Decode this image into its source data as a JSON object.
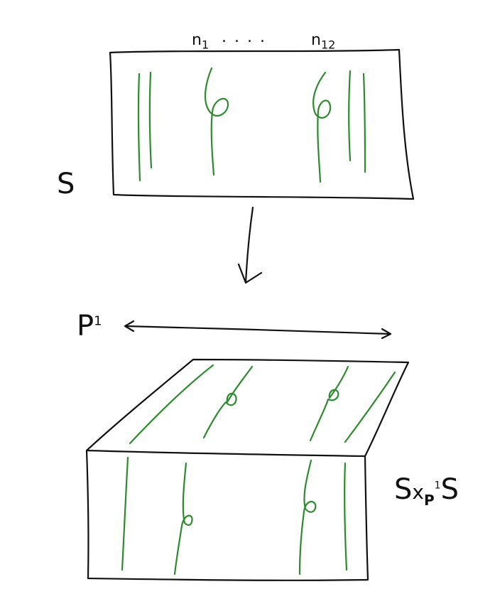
{
  "labels": {
    "top_left_node": "n",
    "top_left_node_sub": "1",
    "dots": ". . . .",
    "top_right_node": "n",
    "top_right_node_sub": "12",
    "surface": "S",
    "base": "P",
    "base_sup": "1",
    "product_s1": "S",
    "product_x": "x",
    "product_sub": "P",
    "product_sub_sup": "1",
    "product_s2": "S"
  },
  "colors": {
    "ink": "#111111",
    "fiber": "#2e8a2e"
  }
}
